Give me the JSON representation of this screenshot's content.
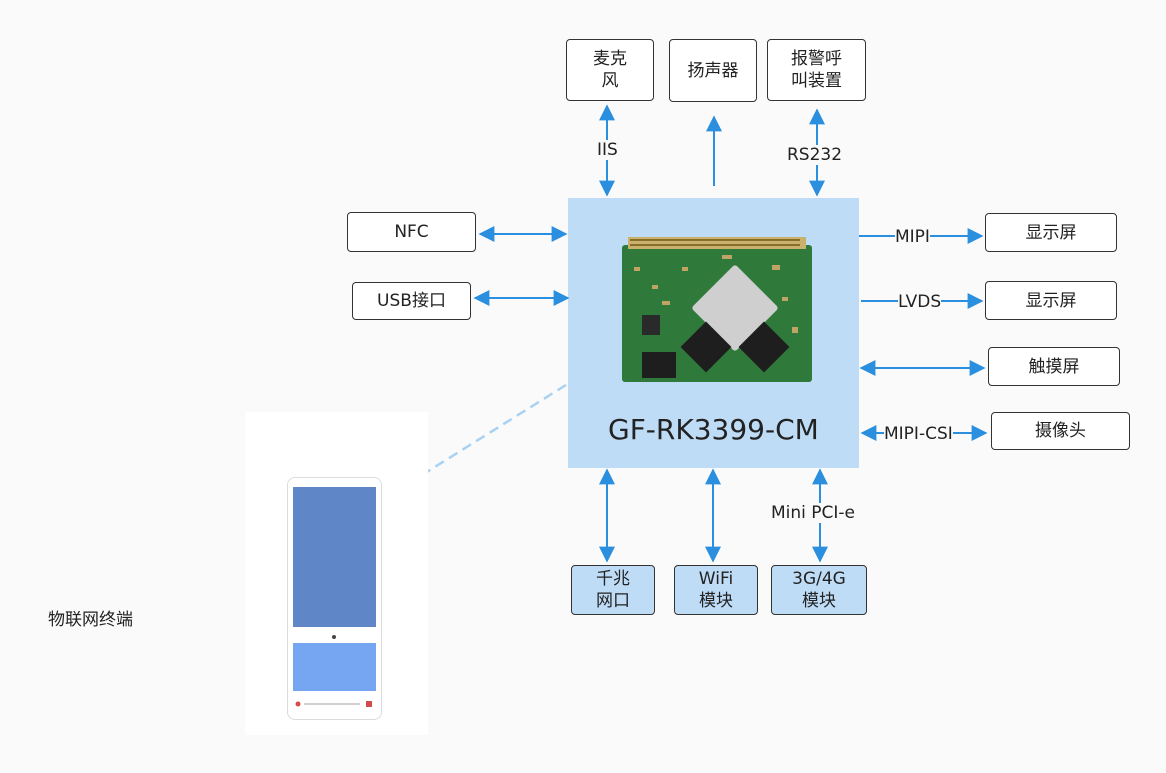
{
  "core": {
    "title": "GF-RK3399-CM"
  },
  "top": {
    "mic": "麦克\n风",
    "speaker": "扬声器",
    "alarm": "报警呼\n叫装置",
    "iis": "IIS",
    "rs232": "RS232"
  },
  "left": {
    "nfc": "NFC",
    "usb": "USB接口"
  },
  "right": {
    "mipi": "MIPI",
    "display1": "显示屏",
    "lvds": "LVDS",
    "display2": "显示屏",
    "touch": "触摸屏",
    "mipi_csi": "MIPI-CSI",
    "camera": "摄像头"
  },
  "bottom": {
    "ethernet": "千兆\n网口",
    "wifi": "WiFi\n模块",
    "mobile": "3G/4G\n模块",
    "mini_pcie": "Mini PCI-e"
  },
  "terminal": {
    "label": "物联网终端"
  },
  "colors": {
    "arrow": "#2b8fe0",
    "core_bg": "#bfdcf7",
    "dashed": "#a9d2f2"
  }
}
